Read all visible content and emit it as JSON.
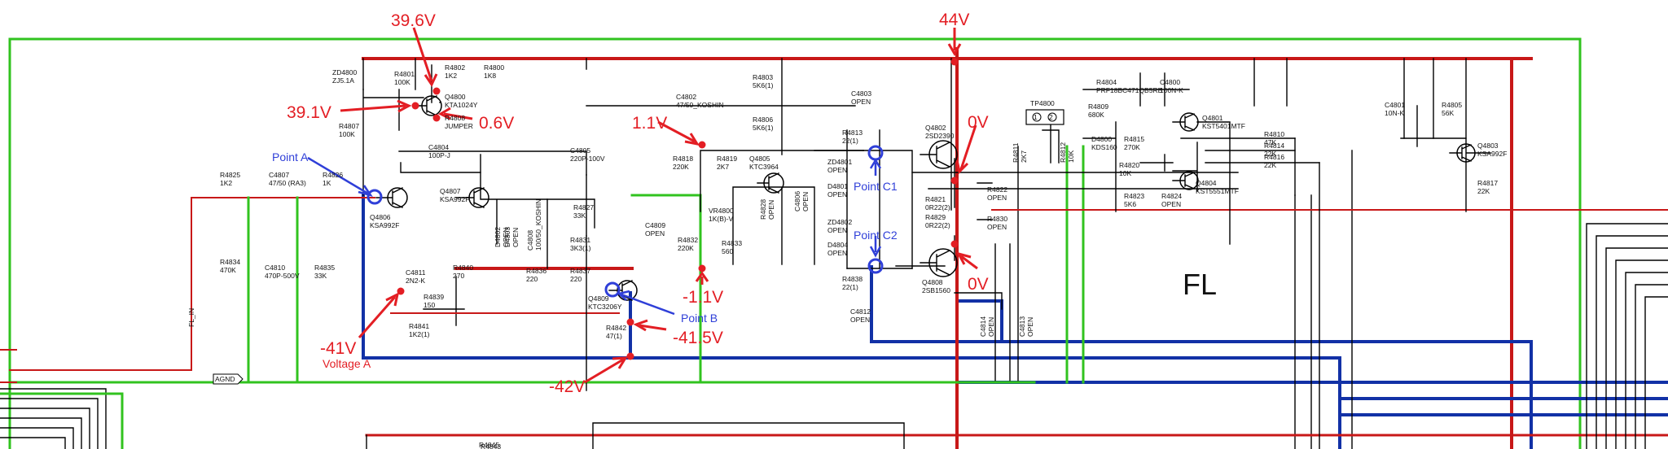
{
  "labels": {
    "fl": "FL",
    "point_a": "Point A",
    "point_b": "Point B",
    "point_c1": "Point C1",
    "point_c2": "Point C2",
    "voltage_a": "Voltage A",
    "agnd": "AGND",
    "fl_in": "FL_IN",
    "tp4800": "TP4800"
  },
  "voltages": {
    "v_39_6": "39.6V",
    "v_39_1": "39.1V",
    "v_0_6": "0.6V",
    "v_44": "44V",
    "v_1_1": "1.1V",
    "v_neg_1_1": "-1.1V",
    "v_0_top": "0V",
    "v_0_bot": "0V",
    "v_neg_41": "-41V",
    "v_neg_41_5": "-41.5V",
    "v_neg_42": "-42V"
  },
  "parts": {
    "zd4800": [
      "ZD4800",
      "ZJ5.1A"
    ],
    "r4801": [
      "R4801",
      "100K"
    ],
    "r4802": [
      "R4802",
      "1K2"
    ],
    "r4800": [
      "R4800",
      "1K8"
    ],
    "q4800": [
      "Q4800",
      "KTA1024Y"
    ],
    "r4808": [
      "R4808",
      "JUMPER"
    ],
    "r4807": [
      "R4807",
      "100K"
    ],
    "c4804": [
      "C4804",
      "100P-J"
    ],
    "c4802": [
      "C4802",
      "47/50_KOSHIN"
    ],
    "r4803": [
      "R4803",
      "5K6(1)"
    ],
    "r4806": [
      "R4806",
      "5K6(1)"
    ],
    "c4805": [
      "C4805",
      "220P-100V"
    ],
    "c4803": [
      "C4803",
      "OPEN"
    ],
    "r4813": [
      "R4813",
      "22(1)"
    ],
    "q4802": [
      "Q4802",
      "2SD2390"
    ],
    "r4825": [
      "R4825",
      "1K2"
    ],
    "c4807": [
      "C4807",
      "47/50 (RA3)"
    ],
    "r4826": [
      "R4826",
      "1K"
    ],
    "q4806": [
      "Q4806",
      "KSA992F"
    ],
    "q4807": [
      "Q4807",
      "KSA992F"
    ],
    "r4827": [
      "R4827",
      "33K"
    ],
    "r4818": [
      "R4818",
      "220K"
    ],
    "r4819": [
      "R4819",
      "2K7"
    ],
    "q4805": [
      "Q4805",
      "KTC3964"
    ],
    "zd4801": [
      "ZD4801",
      "OPEN"
    ],
    "d4801": [
      "D4801",
      "OPEN"
    ],
    "r4821": [
      "R4821",
      "0R22(2)"
    ],
    "r4822": [
      "R4822",
      "OPEN"
    ],
    "r4829": [
      "R4829",
      "0R22(2)"
    ],
    "r4830": [
      "R4830",
      "OPEN"
    ],
    "zd4802": [
      "ZD4802",
      "OPEN"
    ],
    "d4804": [
      "D4804",
      "OPEN"
    ],
    "r4838": [
      "R4838",
      "22(1)"
    ],
    "q4808": [
      "Q4808",
      "2SB1560"
    ],
    "c4812": [
      "C4812",
      "OPEN"
    ],
    "c4809": [
      "C4809",
      "OPEN"
    ],
    "vr4800": [
      "VR4800",
      "1K(B)-V"
    ],
    "r4833": [
      "R4833",
      "560"
    ],
    "r4832": [
      "R4832",
      "220K"
    ],
    "r4831": [
      "R4831",
      "3K3(1)"
    ],
    "r4836": [
      "R4836",
      "220"
    ],
    "r4837": [
      "R4837",
      "220"
    ],
    "q4809": [
      "Q4809",
      "KTC3206Y"
    ],
    "r4842": [
      "R4842",
      "47(1)"
    ],
    "r4834": [
      "R4834",
      "470K"
    ],
    "c4810": [
      "C4810",
      "470P-500V"
    ],
    "r4835": [
      "R4835",
      "33K"
    ],
    "c4811": [
      "C4811",
      "2N2-K"
    ],
    "r4840": [
      "R4840",
      "270"
    ],
    "r4839": [
      "R4839",
      "150"
    ],
    "r4841": [
      "R4841",
      "1K2(1)"
    ],
    "c4808": [
      "C4808",
      "100/50_KOSHIN"
    ],
    "d4802": [
      "D4802",
      "OPEN"
    ],
    "d4803": [
      "D4803",
      "OPEN"
    ],
    "r4828": [
      "R4828",
      "OPEN"
    ],
    "c4806": [
      "C4806",
      "OPEN"
    ],
    "r4804": [
      "R4804",
      "PRF18BC471QB5RB"
    ],
    "c4800": [
      "C4800",
      "100N-K"
    ],
    "r4809": [
      "R4809",
      "680K"
    ],
    "d4800": [
      "D4800",
      "KDS160"
    ],
    "r4815": [
      "R4815",
      "270K"
    ],
    "r4820": [
      "R4820",
      "10K"
    ],
    "r4823": [
      "R4823",
      "5K6"
    ],
    "r4824": [
      "R4824",
      "OPEN"
    ],
    "q4801": [
      "Q4801",
      "KST5401MTF"
    ],
    "r4810": [
      "R4810",
      "47K"
    ],
    "r4814": [
      "R4814",
      "22K"
    ],
    "r4816": [
      "R4816",
      "22K"
    ],
    "q4804": [
      "Q4804",
      "KST5551MTF"
    ],
    "c4801": [
      "C4801",
      "10N-K"
    ],
    "r4805": [
      "R4805",
      "56K"
    ],
    "q4803": [
      "Q4803",
      "KSA992F"
    ],
    "r4817": [
      "R4817",
      "22K"
    ],
    "r4811": [
      "R4811",
      "2K7"
    ],
    "r4812": [
      "R4812",
      "10K"
    ],
    "c4814": [
      "C4814",
      "OPEN"
    ],
    "c4813": [
      "C4813",
      "OPEN"
    ]
  },
  "bottom_cut": [
    "R4845",
    "R4843"
  ]
}
